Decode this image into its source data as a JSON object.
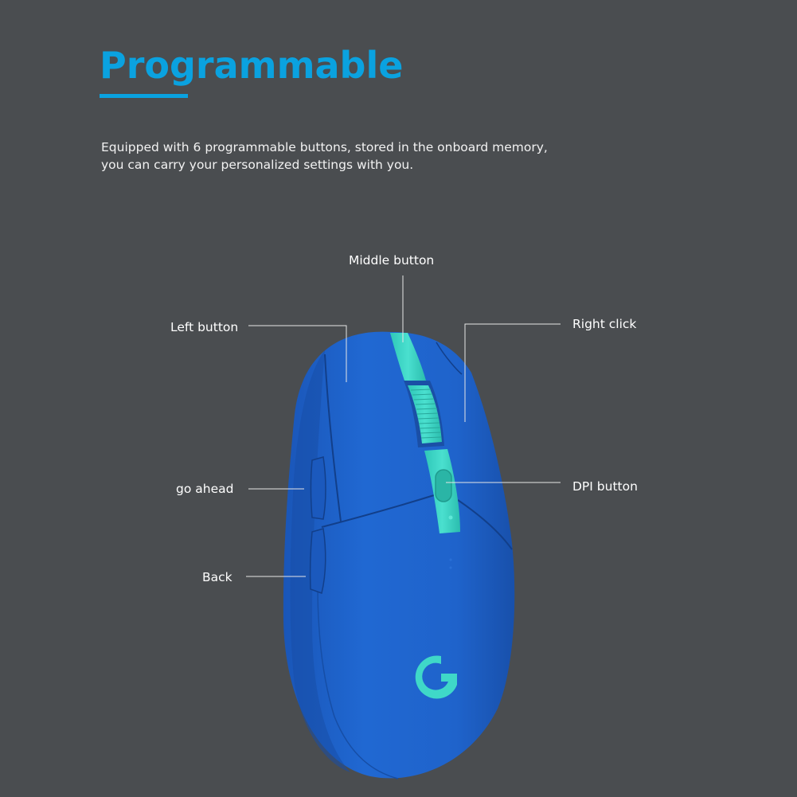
{
  "header": {
    "title": "Programmable",
    "description_lines": [
      "Equipped with 6 programmable buttons, stored in the onboard memory,",
      "you can carry your personalized settings with you."
    ]
  },
  "callouts": {
    "middle_button": "Middle button",
    "left_button": "Left button",
    "right_click": "Right click",
    "go_ahead": "go ahead",
    "dpi_button": "DPI button",
    "back": "Back"
  },
  "colors": {
    "background": "#4a4d50",
    "accent": "#0aa2e0",
    "mouse_body": "#1f62c9",
    "mouse_shadow": "#164ea6",
    "mint": "#3fd8c8",
    "leader_line": "#e6e6e6"
  },
  "icons": {
    "logo": "logitech-g-logo-icon"
  }
}
